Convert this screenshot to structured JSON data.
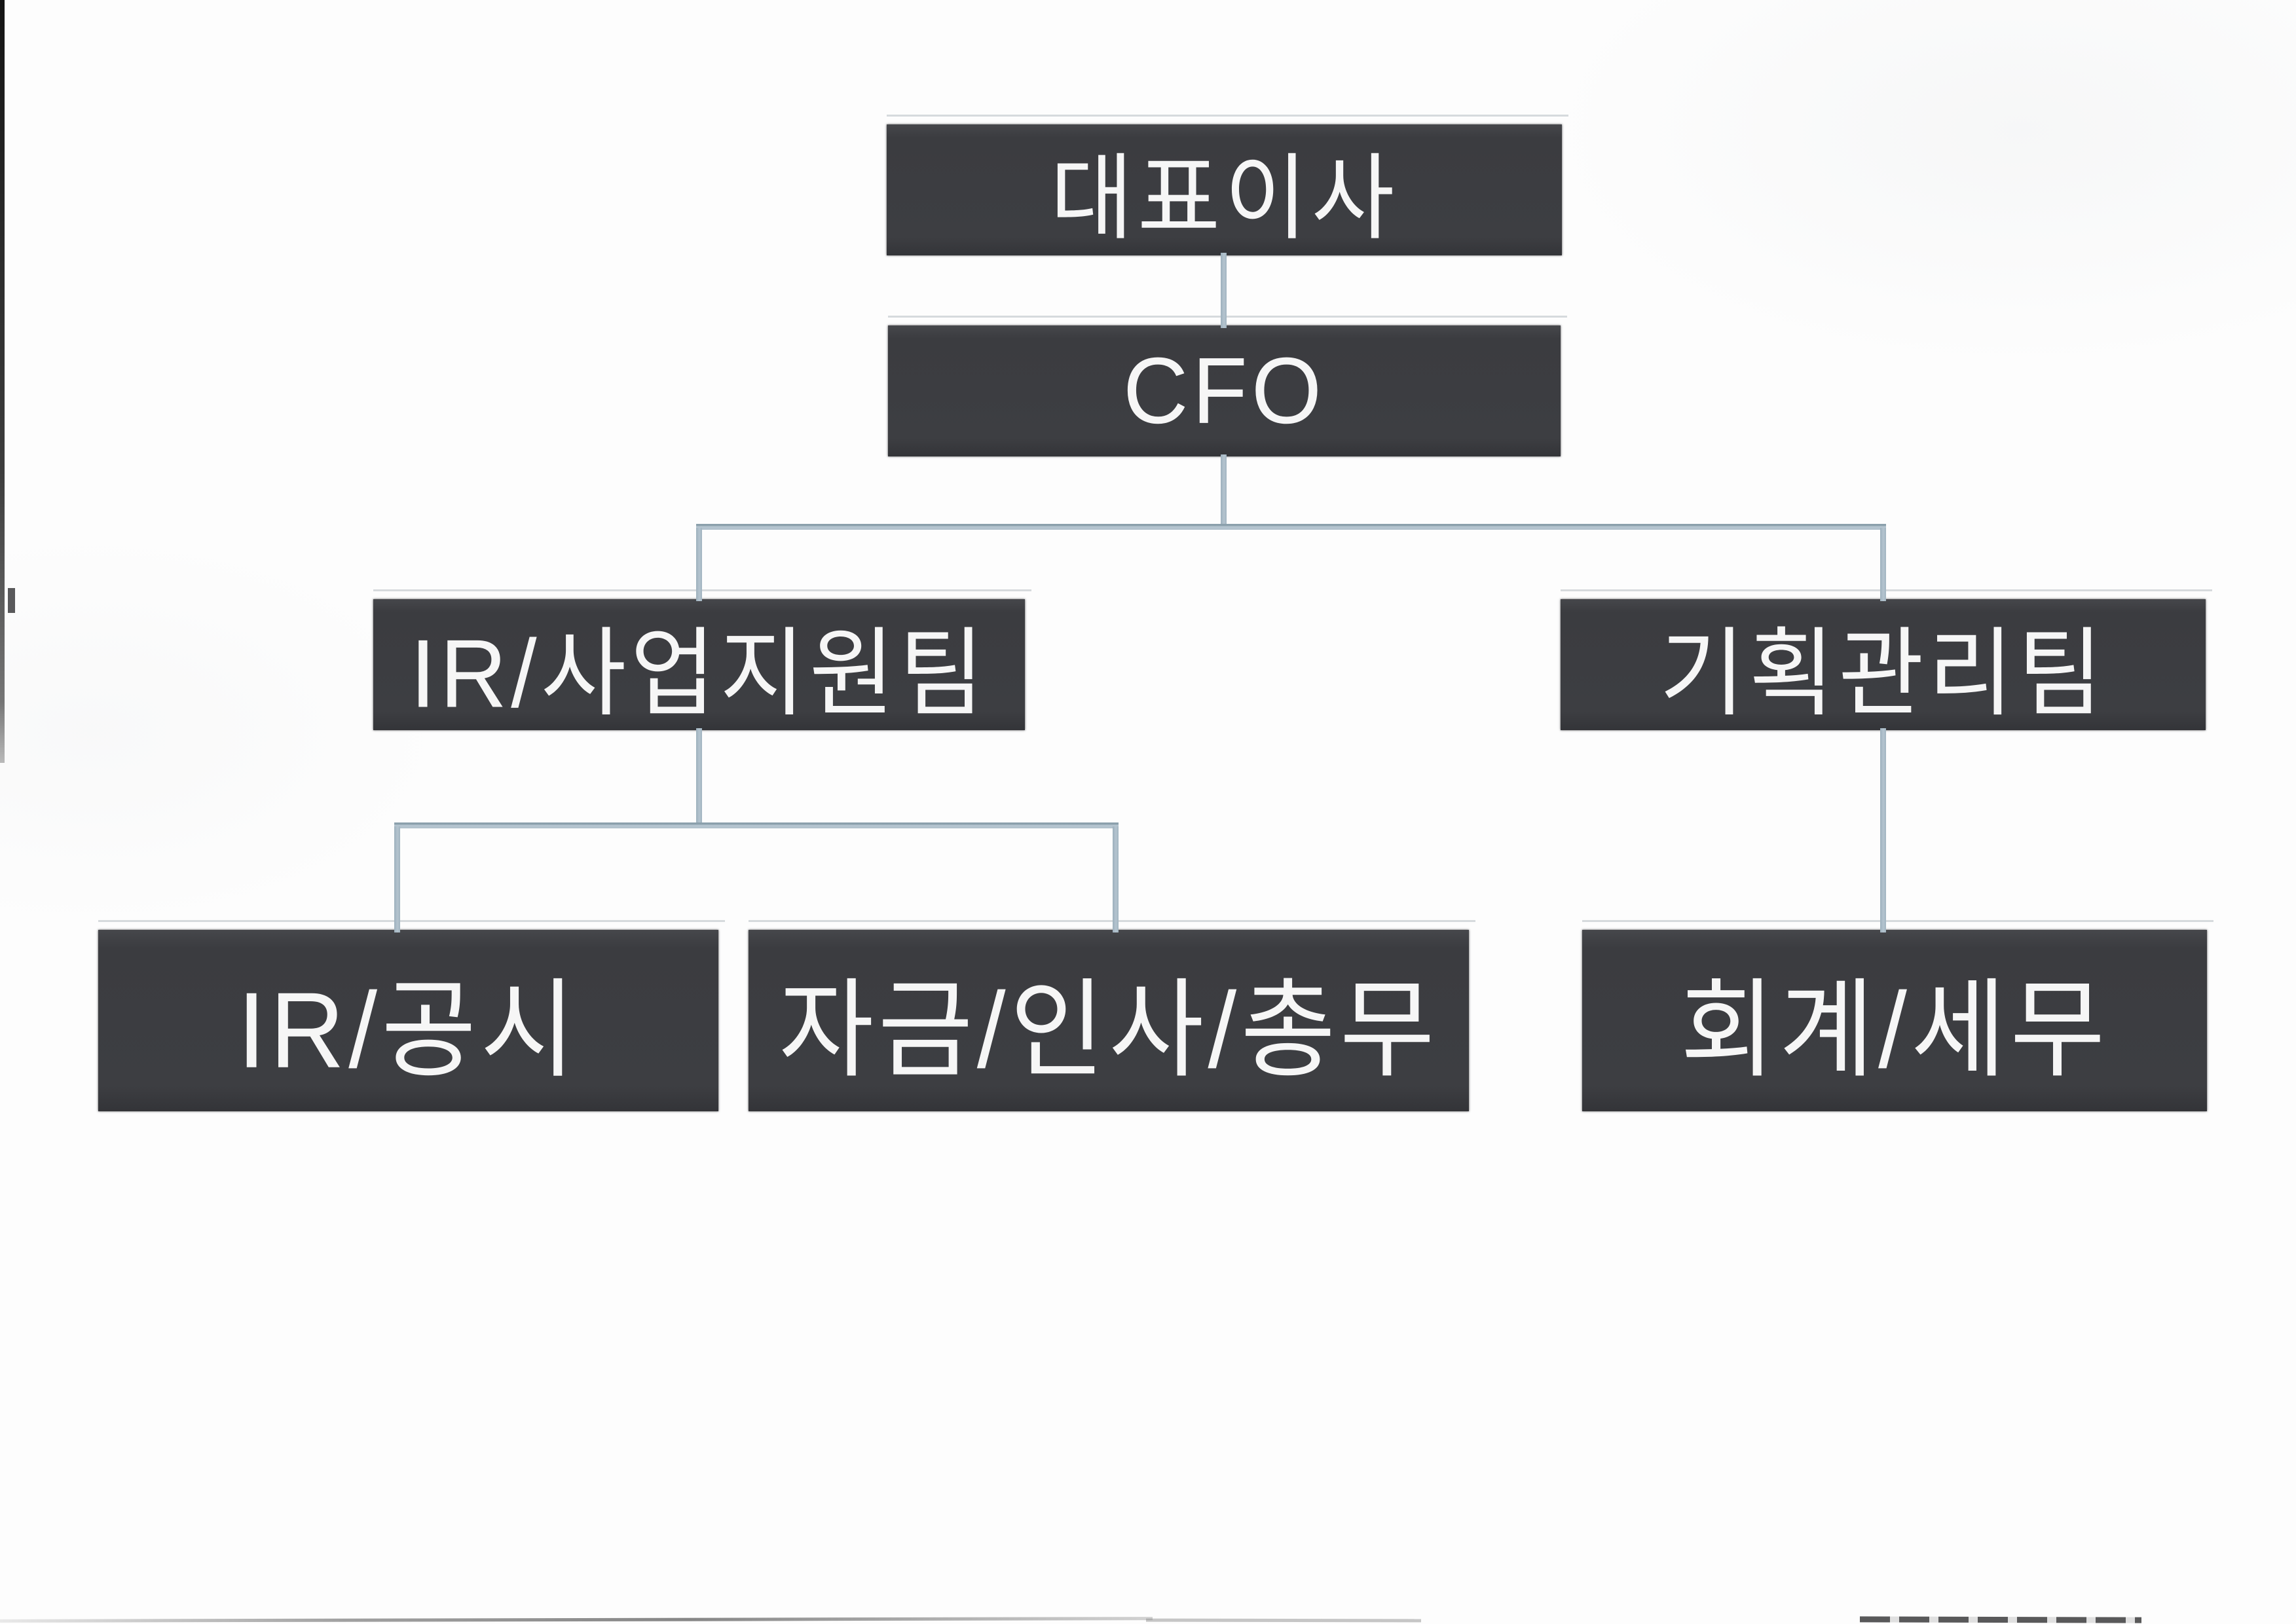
{
  "org_chart": {
    "title": "",
    "nodes": [
      {
        "id": "ceo",
        "label": "대표이사",
        "level": 1,
        "parent": null
      },
      {
        "id": "cfo",
        "label": "CFO",
        "level": 2,
        "parent": "ceo"
      },
      {
        "id": "ir-business-support-team",
        "label": "IR/사업지원팀",
        "level": 3,
        "parent": "cfo"
      },
      {
        "id": "planning-management-team",
        "label": "기획관리팀",
        "level": 3,
        "parent": "cfo"
      },
      {
        "id": "ir-disclosure",
        "label": "IR/공시",
        "level": 4,
        "parent": "ir-business-support-team"
      },
      {
        "id": "funds-hr-general-affairs",
        "label": "자금/인사/총무",
        "level": 4,
        "parent": "ir-business-support-team"
      },
      {
        "id": "accounting-tax",
        "label": "회계/세무",
        "level": 4,
        "parent": "planning-management-team"
      }
    ],
    "colors": {
      "node_fill": "#3d3e42",
      "node_text": "#f6f6f6",
      "connector": "#aebfca",
      "background": "#fdfdfd"
    }
  }
}
